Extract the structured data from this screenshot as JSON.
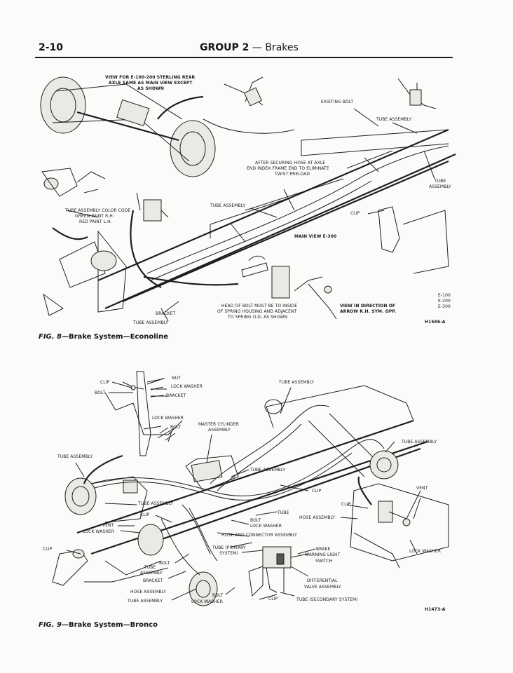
{
  "header": {
    "page_number": "2-10",
    "group": "GROUP 2",
    "dash": " — ",
    "section": "Brakes"
  },
  "fig8": {
    "caption_fig": "FIG. 8",
    "caption_text": "—Brake System—Econoline",
    "code": "H1586-A",
    "models": [
      "E-100",
      "E-200",
      "E-300"
    ],
    "labels": {
      "view_rear_1": "VIEW FOR E-100-200 STERLING REAR",
      "view_rear_2": "AXLE SAME AS MAIN VIEW EXCEPT",
      "view_rear_3": "AS SHOWN",
      "existing_bolt": "EXISTING BOLT",
      "tube_assembly_top": "TUBE ASSEMBLY",
      "after_1": "AFTER SECURING HOSE AT AXLE",
      "after_2": "END INDEX FRAME END TO ELIMINATE",
      "after_3": "TWIST PRELOAD",
      "tube_right_1": "TUBE",
      "tube_right_2": "ASSEMBLY",
      "tube_color_1": "TUBE ASSEMBLY COLOR CODE",
      "tube_color_2": "GREEN PAINT R.H.",
      "tube_color_3": "RED PAINT L.H.",
      "tube_assembly_mid": "TUBE ASSEMBLY",
      "clip": "CLIP",
      "main_view": "MAIN VIEW E-300",
      "head_1": "HEAD OF BOLT MUST BE TO INSIDE",
      "head_2": "OF SPRING HOUSING AND ADJACENT",
      "head_3": "TO SPRING O.D. AS SHOWN",
      "view_dir_1": "VIEW IN DIRECTION OF",
      "view_dir_2": "ARROW R.H. SYM. OPP.",
      "bracket": "BRACKET",
      "tube_assembly_bottom": "TUBE ASSEMBLY"
    }
  },
  "fig9": {
    "caption_fig": "FIG. 9",
    "caption_text": "—Brake System—Bronco",
    "code": "H1473-A",
    "labels": {
      "clip_top": "CLIP",
      "nut": "NUT",
      "bolt_top": "BOLT",
      "lock_washer_top": "LOCK WASHER",
      "bracket_top": "BRACKET",
      "tube_assembly_top": "TUBE ASSEMBLY",
      "lock_washer_2": "LOCK WASHER",
      "bolt_2": "BOLT",
      "master_1": "MASTER CYLINDER",
      "master_2": "ASSEMBLY",
      "tube_assembly_right": "TUBE ASSEMBLY",
      "tube_assembly_left": "TUBE ASSEMBLY",
      "tube_assembly_center": "TUBE ASSEMBLY",
      "vent_right": "VENT",
      "clip_center": "CLIP",
      "tube_assembly_l2": "TUBE ASSEMBLY",
      "clip_l2": "CLIP",
      "clip_right": "CLIP",
      "tube": "TUBE",
      "bolt_center": "BOLT",
      "lock_washer_center": "LOCK WASHER",
      "hose_assembly_right": "HOSE ASSEMBLY",
      "vent_left": "VENT",
      "lock_washer_left": "LOCK WASHER",
      "hose_connector": "HOSE AND CONNECTOR ASSEMBLY",
      "clip_left": "CLIP",
      "tube_primary_1": "TUBE (PRIMARY",
      "tube_primary_2": "SYSTEM)",
      "brake_1": "BRAKE",
      "brake_2": "WARNING LIGHT",
      "brake_3": "SWITCH",
      "lock_washer_right": "LOCK WASHER",
      "tube_assembly_lower_1": "TUBE",
      "tube_assembly_lower_2": "ASSEMBLY",
      "bolt_lower": "BOLT",
      "bracket_lower": "BRACKET",
      "differential_1": "DIFFERENTIAL",
      "differential_2": "VALVE ASSEMBLY",
      "hose_assembly_bottom": "HOSE ASSEMBLY",
      "tube_assembly_bottom": "TUBE ASSEMBLY",
      "bolt_bottom": "BOLT",
      "lock_washer_bottom": "LOCK WASHER",
      "clip_bottom": "CLIP",
      "tube_secondary": "TUBE (SECONDARY SYSTEM)"
    }
  }
}
